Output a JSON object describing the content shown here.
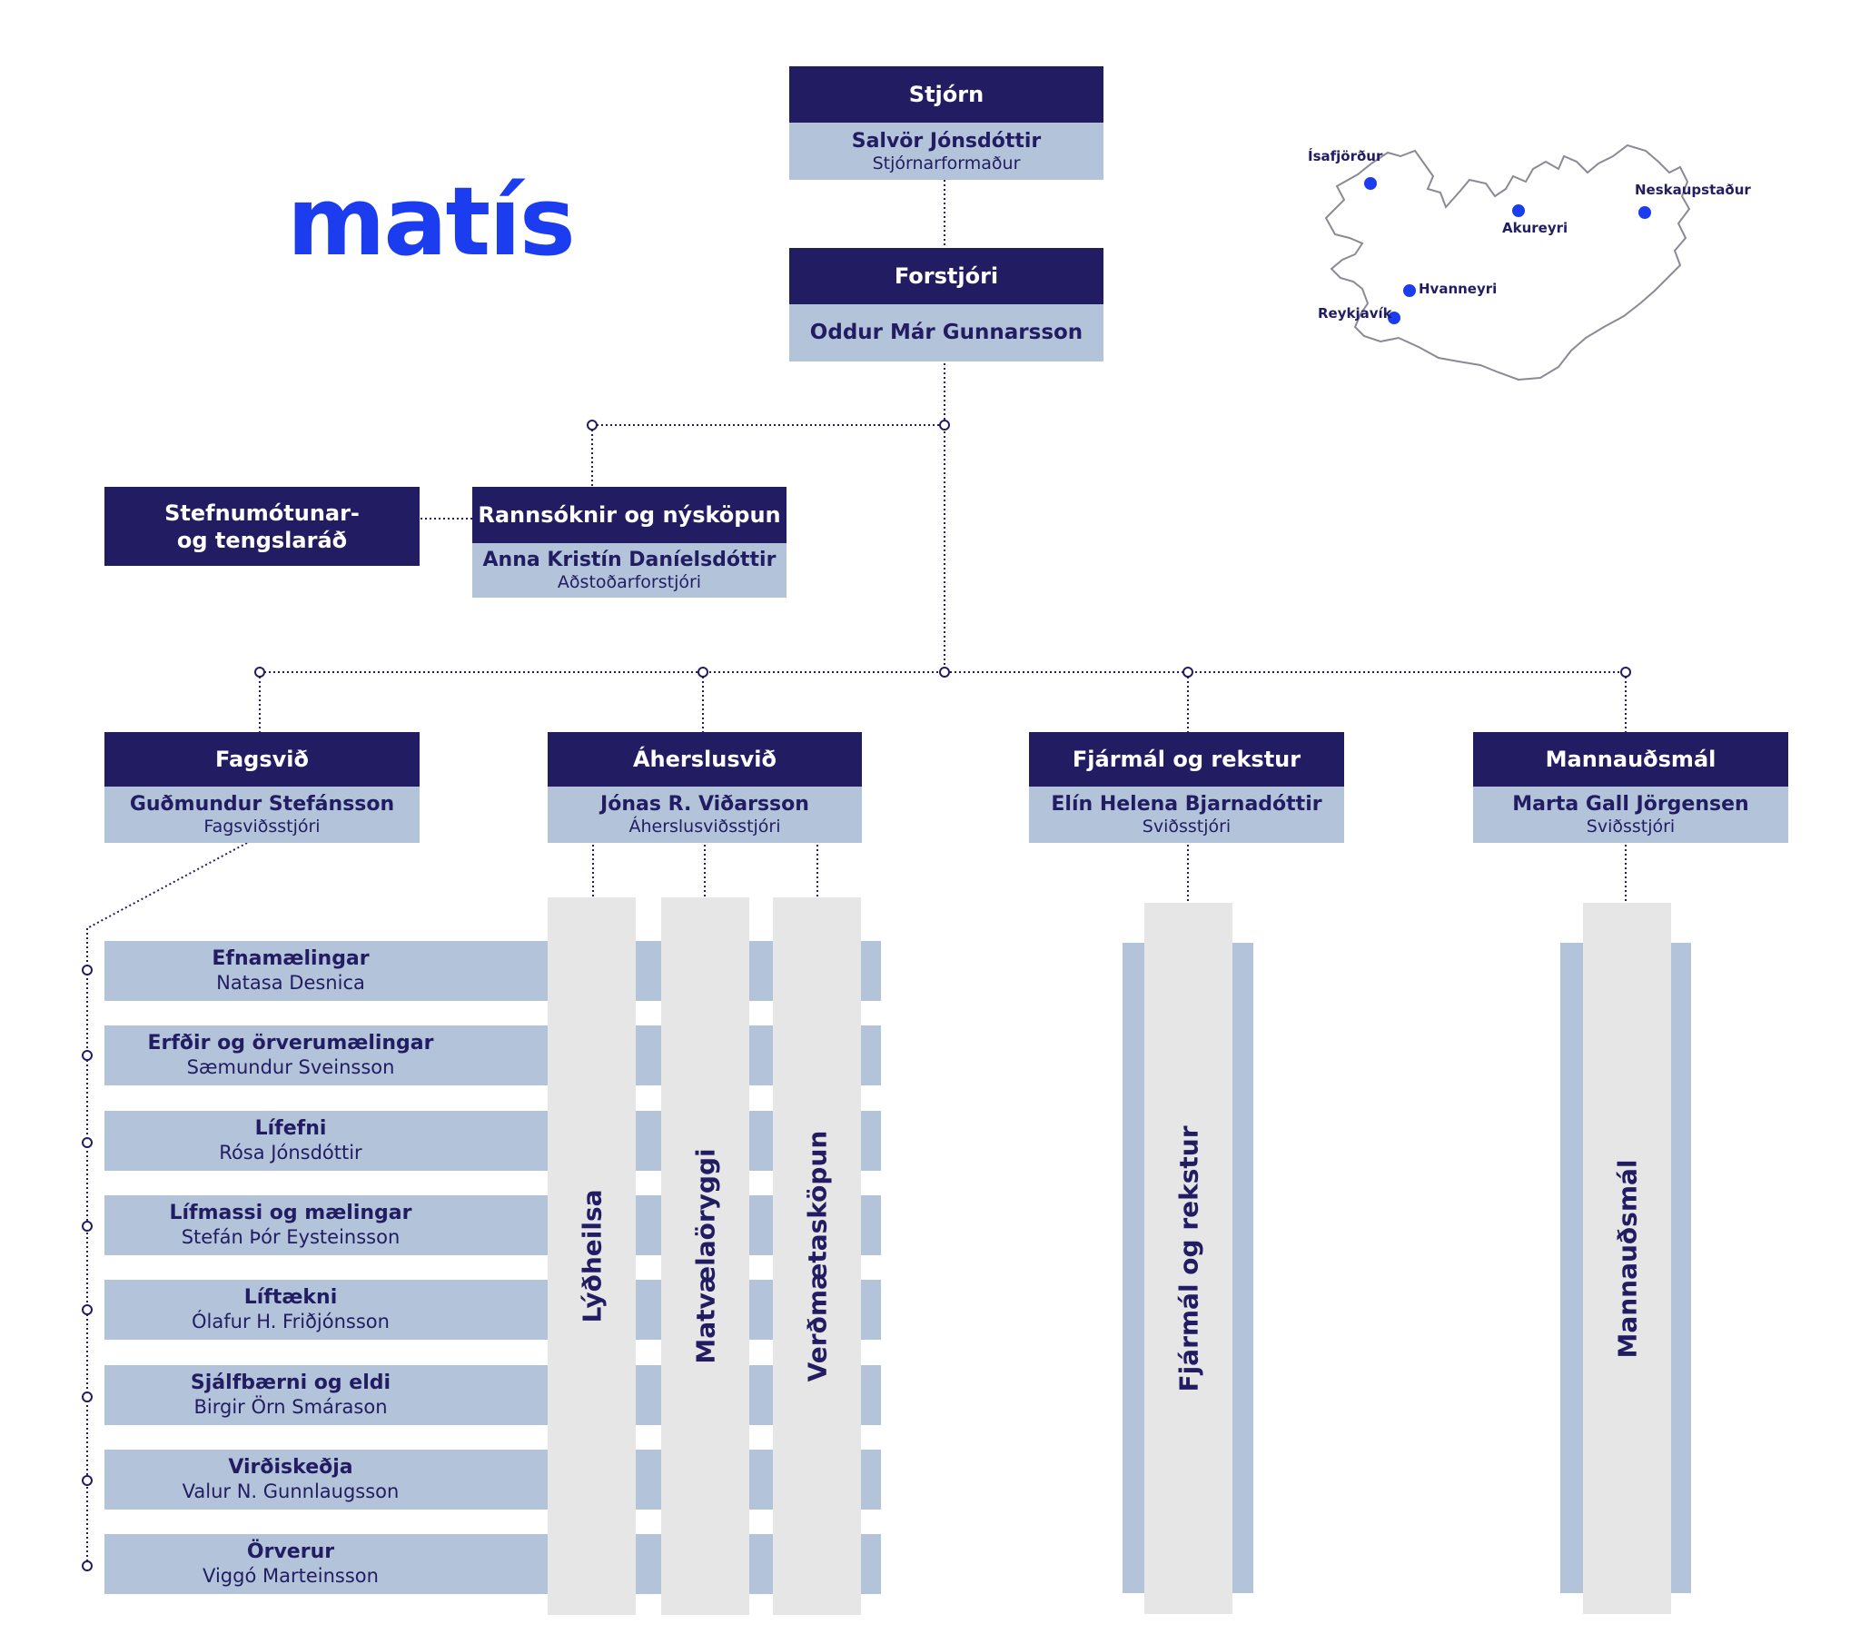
{
  "logo": {
    "text": "matís",
    "color": "#1c3cf0"
  },
  "colors": {
    "navy": "#221d63",
    "light_blue": "#b3c3d9",
    "light_gray": "#e6e6e6",
    "dot_blue": "#1c3cf0"
  },
  "board": {
    "title": "Stjórn",
    "name": "Salvör Jónsdóttir",
    "role": "Stjórnarformaður"
  },
  "ceo": {
    "title": "Forstjóri",
    "name": "Oddur Már Gunnarsson"
  },
  "council": {
    "line1": "Stefnumótunar-",
    "line2": "og tengslaráð"
  },
  "research": {
    "title": "Rannsóknir og nýsköpun",
    "name": "Anna Kristín Daníelsdóttir",
    "role": "Aðstoðarforstjóri"
  },
  "divisions": {
    "fagsvid": {
      "title": "Fagsvið",
      "name": "Guðmundur Stefánsson",
      "role": "Fagsviðsstjóri"
    },
    "aherslusvid": {
      "title": "Áherslusvið",
      "name": "Jónas R. Viðarsson",
      "role": "Áherslusviðsstjóri"
    },
    "fjarmal": {
      "title": "Fjármál og rekstur",
      "name": "Elín Helena Bjarnadóttir",
      "role": "Sviðsstjóri"
    },
    "mannaudsmal": {
      "title": "Mannauðsmál",
      "name": "Marta Gall Jörgensen",
      "role": "Sviðsstjóri"
    }
  },
  "departments": [
    {
      "name": "Efnamælingar",
      "head": "Natasa Desnica"
    },
    {
      "name": "Erfðir og örverumælingar",
      "head": "Sæmundur Sveinsson"
    },
    {
      "name": "Lífefni",
      "head": "Rósa Jónsdóttir"
    },
    {
      "name": "Lífmassi og mælingar",
      "head": "Stefán Þór Eysteinsson"
    },
    {
      "name": "Líftækni",
      "head": "Ólafur H. Friðjónsson"
    },
    {
      "name": "Sjálfbærni og eldi",
      "head": "Birgir Örn Smárason"
    },
    {
      "name": "Virðiskeðja",
      "head": "Valur N. Gunnlaugsson"
    },
    {
      "name": "Örverur",
      "head": "Viggó Marteinsson"
    }
  ],
  "focus_columns": [
    "Lýðheilsa",
    "Matvælaöryggi",
    "Verðmætasköpun"
  ],
  "vertical_columns": {
    "fjarmal": "Fjármál og rekstur",
    "mannaudsmal": "Mannauðsmál"
  },
  "map_locations": [
    "Ísafjörður",
    "Akureyri",
    "Neskaupstaður",
    "Hvanneyri",
    "Reykjavík"
  ]
}
